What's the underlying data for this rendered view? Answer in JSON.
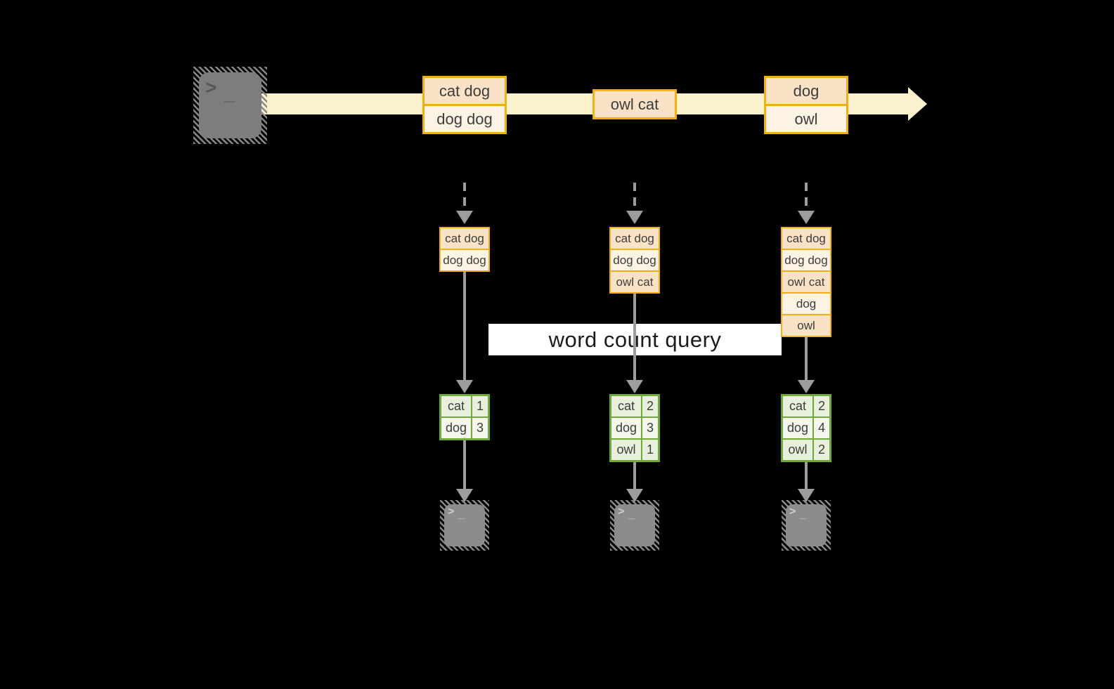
{
  "stream": {
    "source_icon": "terminal-icon",
    "batches": [
      {
        "items": [
          "cat dog",
          "dog dog"
        ]
      },
      {
        "items": [
          "owl cat"
        ]
      },
      {
        "items": [
          "dog",
          "owl"
        ]
      }
    ]
  },
  "query": {
    "label": "word count query"
  },
  "columns": [
    {
      "micro_batch": [
        "cat dog",
        "dog dog"
      ],
      "counts": [
        {
          "word": "cat",
          "count": "1"
        },
        {
          "word": "dog",
          "count": "3"
        }
      ]
    },
    {
      "micro_batch": [
        "cat dog",
        "dog dog",
        "owl cat"
      ],
      "counts": [
        {
          "word": "cat",
          "count": "2"
        },
        {
          "word": "dog",
          "count": "3"
        },
        {
          "word": "owl",
          "count": "1"
        }
      ]
    },
    {
      "micro_batch": [
        "cat dog",
        "dog dog",
        "owl cat",
        "dog",
        "owl"
      ],
      "counts": [
        {
          "word": "cat",
          "count": "2"
        },
        {
          "word": "dog",
          "count": "4"
        },
        {
          "word": "owl",
          "count": "2"
        }
      ]
    }
  ],
  "terminal_prompt": {
    "chevron": ">",
    "underscore": "_"
  },
  "colors": {
    "accent_orange": "#f0b014",
    "accent_green": "#70a83c",
    "stream_fill": "#fcf2cd",
    "cell_peach": "#f9e2c6",
    "cell_cream": "#fdf3e4",
    "table_cell_dark": "#e8efdb",
    "table_cell_light": "#f3f7ec",
    "arrow_gray": "#9d9d9d",
    "terminal_gray": "#7d7d7d",
    "query_band_bg": "#ffffff",
    "text_dark": "#3d3d3d"
  }
}
